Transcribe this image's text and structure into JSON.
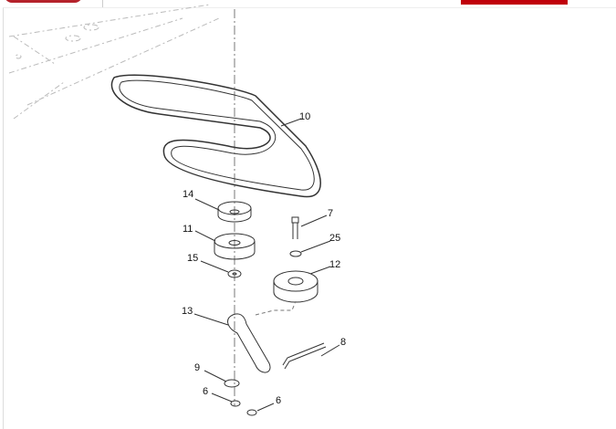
{
  "callouts": [
    {
      "id": "belt",
      "label": "10"
    },
    {
      "id": "idler-top",
      "label": "14"
    },
    {
      "id": "bolt",
      "label": "7"
    },
    {
      "id": "pulley-v",
      "label": "11"
    },
    {
      "id": "washer-25",
      "label": "25"
    },
    {
      "id": "washer-15",
      "label": "15"
    },
    {
      "id": "pulley-flat",
      "label": "12"
    },
    {
      "id": "idler-arm",
      "label": "13"
    },
    {
      "id": "spring",
      "label": "8"
    },
    {
      "id": "washer-9",
      "label": "9"
    },
    {
      "id": "nut-left",
      "label": "6"
    },
    {
      "id": "nut-right",
      "label": "6"
    }
  ],
  "colors": {
    "accent": "#c0000a",
    "button": "#b5222b"
  }
}
